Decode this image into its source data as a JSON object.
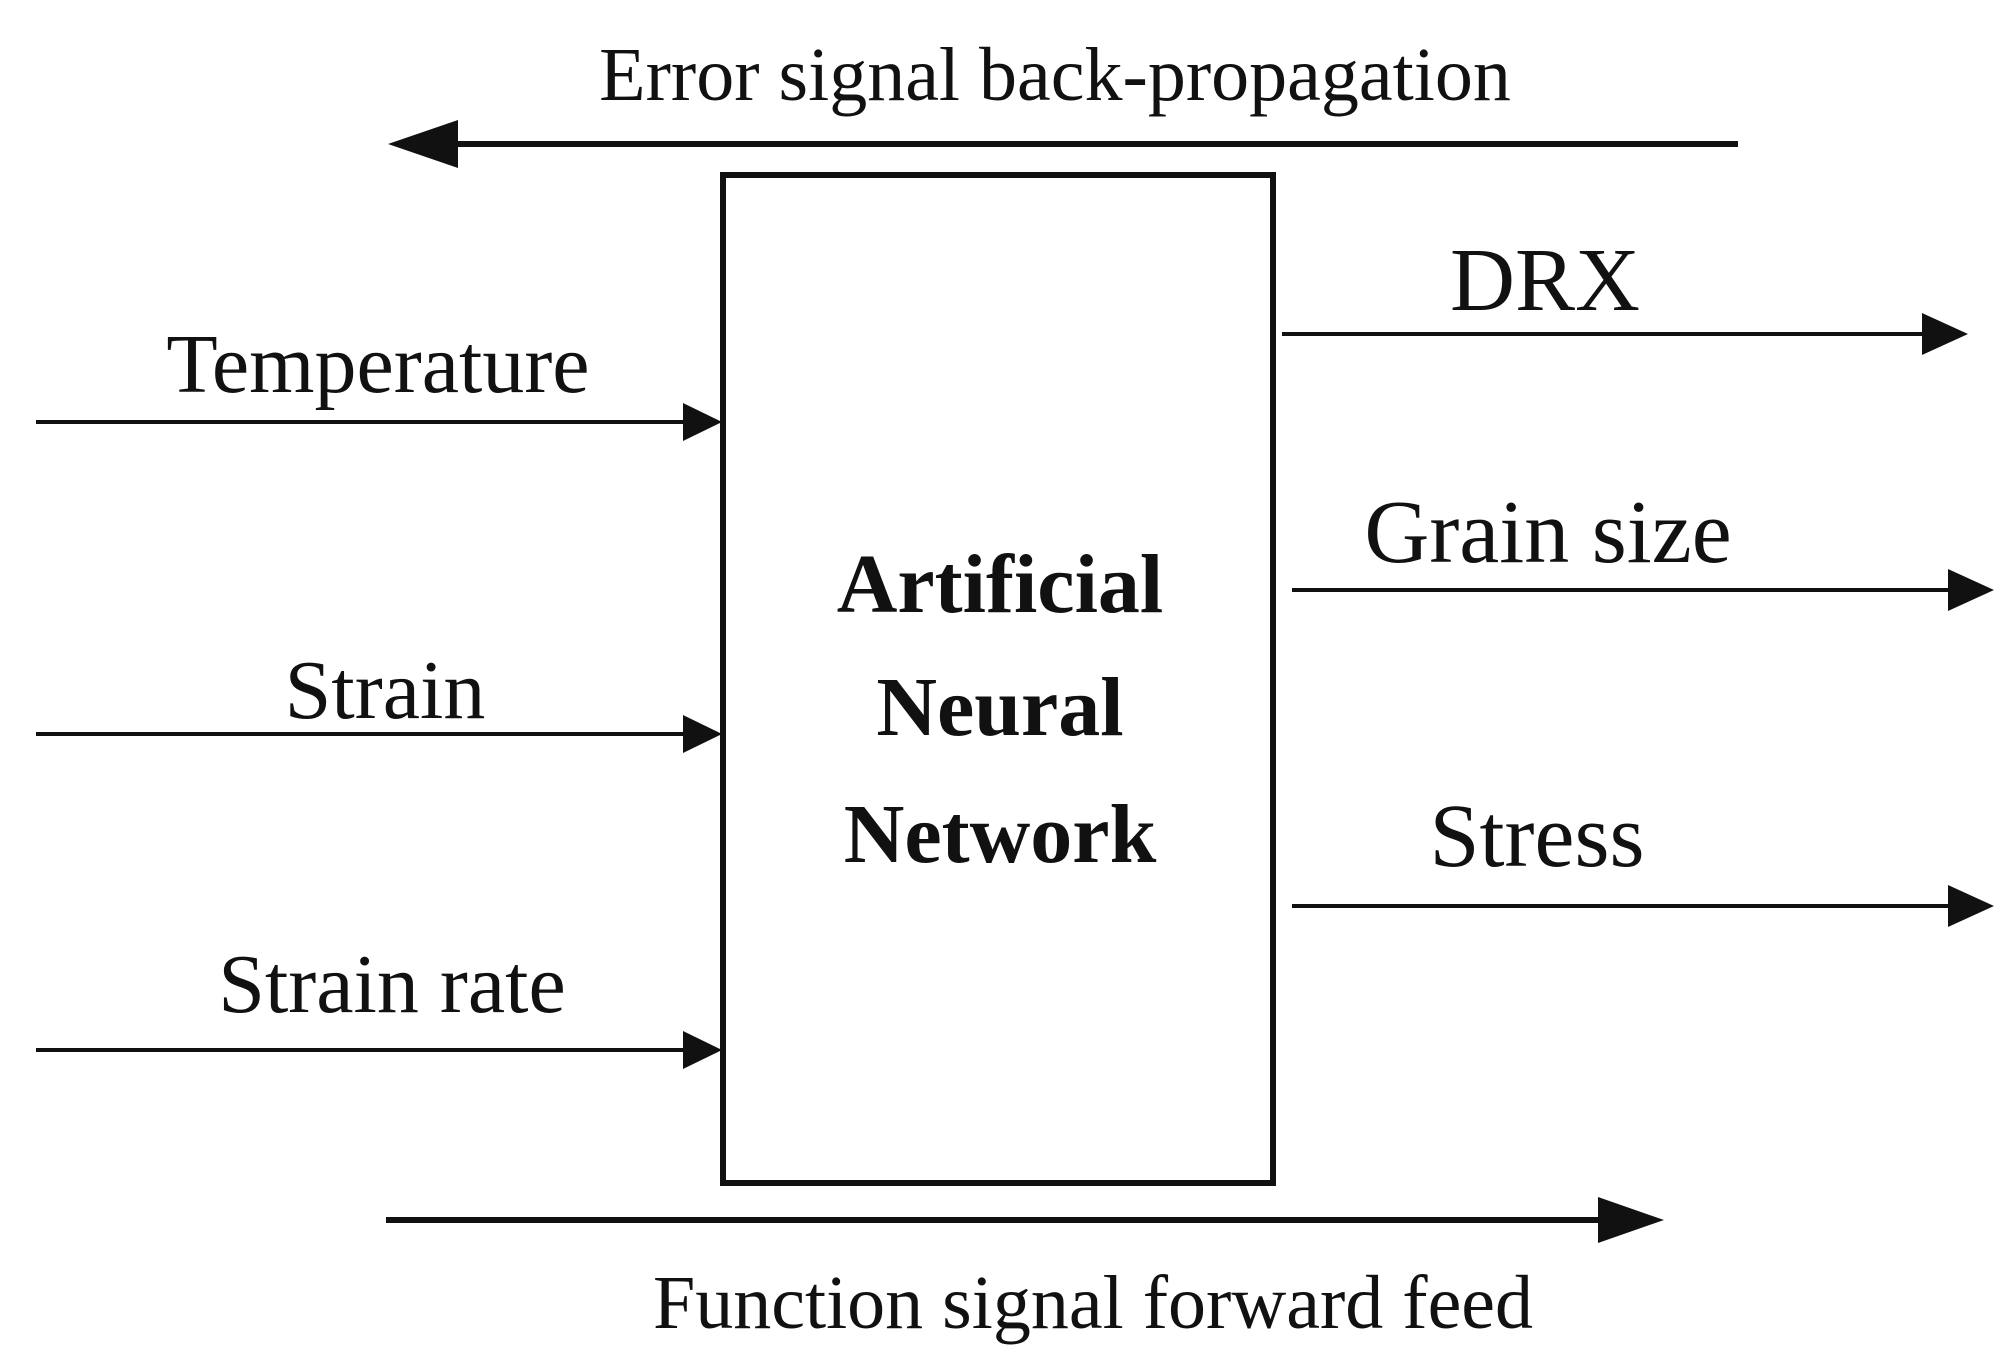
{
  "diagram": {
    "top_arrow_label": "Error signal back-propagation",
    "bottom_arrow_label": "Function signal forward feed",
    "center_box": {
      "line1": "Artificial",
      "line2": "Neural",
      "line3": "Network"
    },
    "inputs": [
      {
        "label": "Temperature"
      },
      {
        "label": "Strain"
      },
      {
        "label": "Strain rate"
      }
    ],
    "outputs": [
      {
        "label": "DRX"
      },
      {
        "label": "Grain size"
      },
      {
        "label": "Stress"
      }
    ],
    "colors": {
      "stroke": "#111111",
      "background": "#ffffff"
    }
  }
}
